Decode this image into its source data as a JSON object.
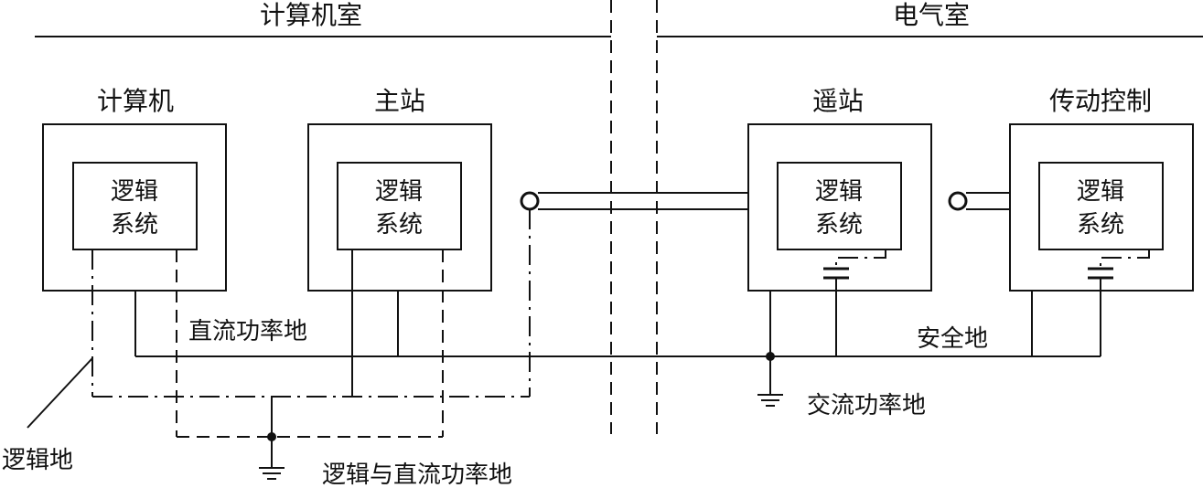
{
  "rooms": {
    "computer_room": "计算机室",
    "electrical_room": "电气室"
  },
  "devices": {
    "computer": "计算机",
    "master_station": "主站",
    "remote_station": "遥站",
    "drive_control": "传动控制"
  },
  "logic_system": {
    "line1": "逻辑",
    "line2": "系统"
  },
  "grounds": {
    "dc_power_ground": "直流功率地",
    "safety_ground": "安全地",
    "ac_power_ground": "交流功率地",
    "logic_ground": "逻辑地",
    "logic_and_dc_ground": "逻辑与直流功率地"
  }
}
